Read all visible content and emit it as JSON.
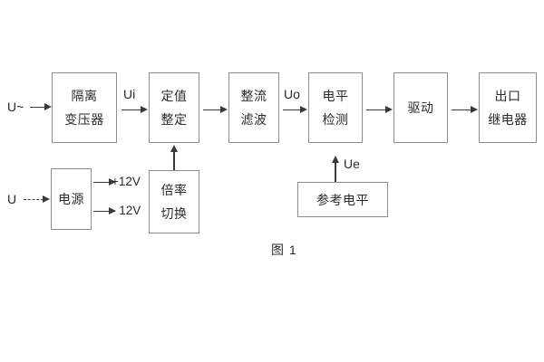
{
  "figure": {
    "caption": "图 1",
    "signal_inputs": {
      "ac_input": "U~",
      "dc_input": "U"
    },
    "blocks": [
      {
        "id": "isolation-transformer",
        "lines": [
          "隔离",
          "变压器"
        ]
      },
      {
        "id": "setting-value",
        "lines": [
          "定值",
          "整定"
        ]
      },
      {
        "id": "rectify-filter",
        "lines": [
          "整流",
          "滤波"
        ]
      },
      {
        "id": "level-detection",
        "lines": [
          "电平",
          "检测"
        ]
      },
      {
        "id": "drive",
        "lines": [
          "驱动"
        ]
      },
      {
        "id": "output-relay",
        "lines": [
          "出口",
          "继电器"
        ]
      },
      {
        "id": "power-supply",
        "lines": [
          "电源"
        ]
      },
      {
        "id": "multiplier-switch",
        "lines": [
          "倍率",
          "切换"
        ]
      },
      {
        "id": "reference-level",
        "lines": [
          "参考电平"
        ]
      }
    ],
    "signal_labels": {
      "ui": "Ui",
      "uo": "Uo",
      "ue": "Ue",
      "rail_positive": "+12V",
      "rail_negative": "- 12V"
    },
    "colors": {
      "box_border": "#8c8c8c",
      "arrow": "#3a3a3a",
      "text": "#2b2b2b",
      "background": "#ffffff"
    }
  }
}
